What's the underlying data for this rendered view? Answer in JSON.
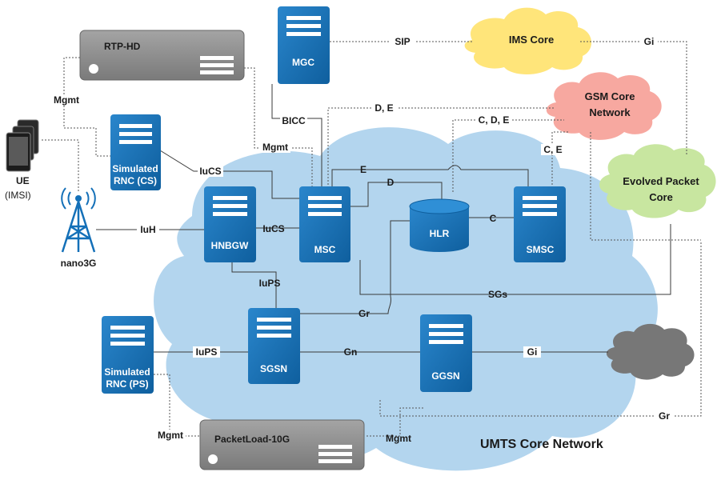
{
  "nodes": {
    "rtp_hd": "RTP-HD",
    "mgc": "MGC",
    "ims_core": "IMS Core",
    "gsm_core": [
      "GSM Core",
      "Network"
    ],
    "evolved_packet_core": [
      "Evolved Packet",
      "Core"
    ],
    "ue": [
      "UE",
      "(IMSI)"
    ],
    "nano3g": "nano3G",
    "simulated_rnc_cs": [
      "Simulated",
      "RNC (CS)"
    ],
    "hnbgw": "HNBGW",
    "msc": "MSC",
    "hlr": "HLR",
    "smsc": "SMSC",
    "sgsn": "SGSN",
    "ggsn": "GGSN",
    "simulated_rnc_ps": [
      "Simulated",
      "RNC (PS)"
    ],
    "packetload": "PacketLoad-10G",
    "umts_core": "UMTS Core Network"
  },
  "links": {
    "sip": "SIP",
    "gi_ims": "Gi",
    "mgmt_rtp": "Mgmt",
    "de_gsm": "D, E",
    "bicc": "BICC",
    "cde": "C, D, E",
    "mgmt_msc": "Mgmt",
    "ce": "C, E",
    "iucs_rnc": "IuCS",
    "e": "E",
    "d": "D",
    "iuh": "IuH",
    "iucs_hnbgw": "IuCS",
    "c": "C",
    "iups_hnbgw": "IuPS",
    "sgs": "SGs",
    "gr_hlr": "Gr",
    "iups_rnc": "IuPS",
    "gn": "Gn",
    "gi_ggsn": "Gi",
    "gr_epc": "Gr",
    "mgmt_packetload": "Mgmt",
    "mgmt_ggsn": "Mgmt"
  },
  "colors": {
    "server_blue": "#1470b8",
    "umts_cloud": "#b3d5ee",
    "ims_cloud": "#ffe57a",
    "gsm_cloud": "#f7a8a0",
    "epc_cloud": "#c8e6a0",
    "internet_cloud": "#777777",
    "appliance_gray": "#8e8e8e"
  },
  "icons": [
    "server-icon",
    "database-icon",
    "appliance-icon",
    "phone-icon",
    "antenna-tower-icon",
    "cloud-icon"
  ]
}
